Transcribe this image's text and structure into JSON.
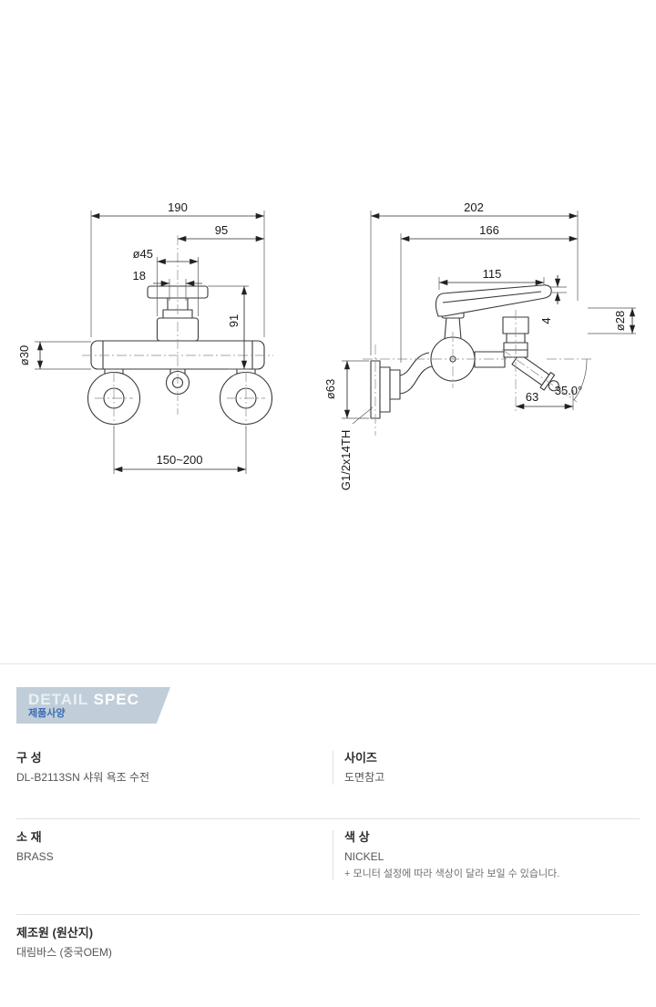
{
  "colors": {
    "outline": "#3a3a3a",
    "centerline": "#8a8a8a",
    "header_bg": "#c1ced9",
    "header_detail_text": "#e9eff5",
    "header_spec_text": "#ffffff",
    "subtitle_blue": "#3a6cb4",
    "divider": "#e0e0e0",
    "label_text": "#2e2e2e",
    "value_text": "#555555"
  },
  "drawing": {
    "front_view": {
      "dim_total_width": "190",
      "dim_half_width": "95",
      "dim_cartridge_dia": "ø45",
      "dim_neck": "18",
      "dim_height": "91",
      "dim_body_dia": "ø30",
      "dim_mount_range": "150~200"
    },
    "side_view": {
      "dim_total_depth": "202",
      "dim_depth_166": "166",
      "dim_lever_length": "115",
      "dim_lever_tip": "4",
      "dim_outlet_dia": "ø28",
      "dim_flange_dia": "ø63",
      "dim_outlet_offset": "63",
      "dim_outlet_angle": "35.0°",
      "dim_thread": "G1/2x14TH"
    }
  },
  "spec": {
    "header": {
      "title_detail": "DETAIL",
      "title_spec": "SPEC",
      "subtitle": "제품사양"
    },
    "rows": [
      {
        "label": "구 성",
        "lines": [
          "DL-B2113SN 샤워 욕조 수전"
        ]
      },
      {
        "label": "사이즈",
        "lines": [
          "도면참고"
        ]
      },
      {
        "label": "소 재",
        "lines": [
          "BRASS"
        ]
      },
      {
        "label": "색 상",
        "lines": [
          "NICKEL",
          "+ 모니터 설정에 따라 색상이 달라 보일 수 있습니다."
        ]
      },
      {
        "label": "제조원 (원산지)",
        "lines": [
          "대림바스 (중국OEM)"
        ]
      }
    ]
  }
}
